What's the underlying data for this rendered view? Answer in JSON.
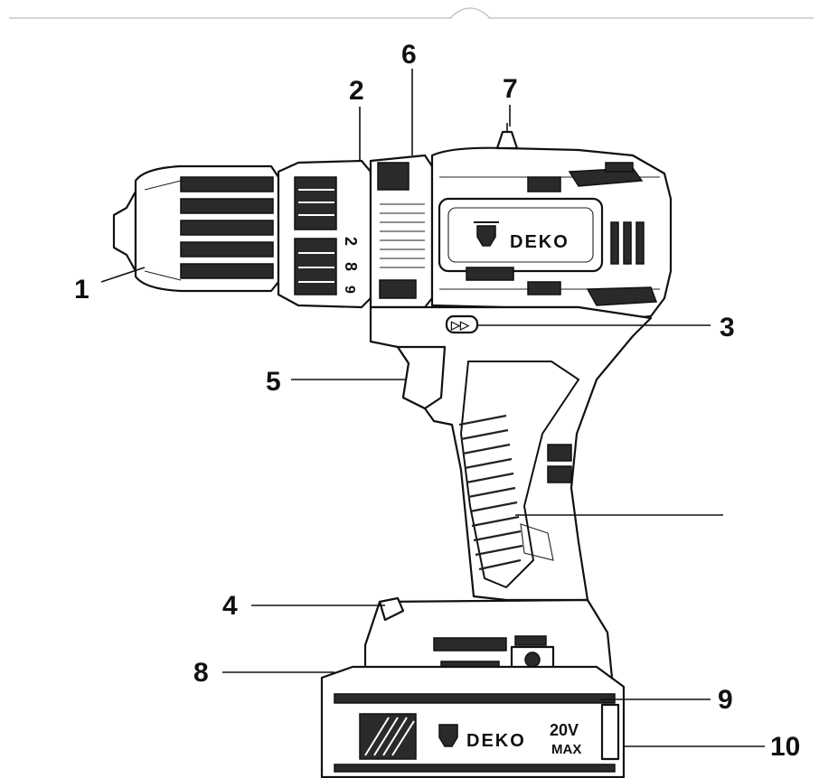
{
  "brand": {
    "tool_logo": "DEKO",
    "battery_logo": "DEKO",
    "voltage_top": "20V",
    "voltage_bottom": "MAX"
  },
  "callouts": [
    {
      "id": "1",
      "label": "1"
    },
    {
      "id": "2",
      "label": "2"
    },
    {
      "id": "3",
      "label": "3"
    },
    {
      "id": "4",
      "label": "4"
    },
    {
      "id": "5",
      "label": "5"
    },
    {
      "id": "6",
      "label": "6"
    },
    {
      "id": "7",
      "label": "7"
    },
    {
      "id": "8",
      "label": "8"
    },
    {
      "id": "9",
      "label": "9"
    },
    {
      "id": "10",
      "label": "10"
    }
  ],
  "torque_marks": [
    "2",
    "8",
    "9"
  ],
  "direction_mark": "▷▷"
}
